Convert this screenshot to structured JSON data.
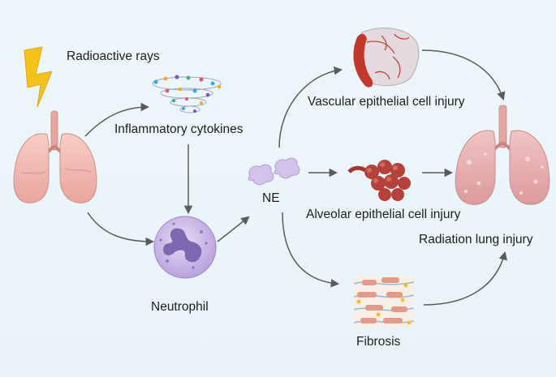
{
  "labels": {
    "radioactive_rays": "Radioactive rays",
    "inflammatory_cytokines": "Inflammatory cytokines",
    "ne": "NE",
    "neutrophil": "Neutrophil",
    "vascular_injury": "Vascular epithelial cell injury",
    "alveolar_injury": "Alveolar epithelial cell injury",
    "fibrosis": "Fibrosis",
    "radiation_lung_injury": "Radiation lung injury"
  },
  "colors": {
    "background": "#e9f5fa",
    "arrow": "#5b5b5b",
    "lightning": "#f5c21b",
    "lung_healthy": "#f2b9b2",
    "lung_injured": "#e9a8a8",
    "neutrophil": "#c9b4e3",
    "nucleus": "#7e67b0",
    "vessel": "#c0392b",
    "alveoli": "#b5423a"
  },
  "icons": [
    "lightning-icon",
    "healthy-lungs-icon",
    "cytokines-icon",
    "neutrophil-icon",
    "ne-enzyme-icon",
    "vascular-tissue-icon",
    "alveoli-icon",
    "fibrosis-tissue-icon",
    "injured-lungs-icon"
  ]
}
